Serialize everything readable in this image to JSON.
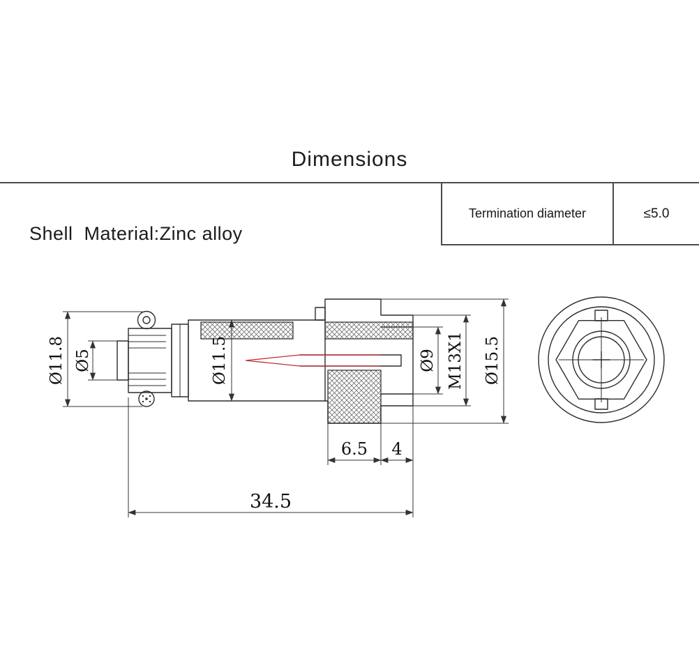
{
  "title": "Dimensions",
  "spec_row": {
    "label": "Termination diameter",
    "value": "≤5.0"
  },
  "material_note": "Shell  Material:Zinc alloy",
  "dims": {
    "rear_od": "Ø11.8",
    "cable_entry_od": "Ø5",
    "body_od": "Ø11.5",
    "bore_od": "Ø9",
    "thread_spec": "M13X1",
    "coupling_od": "Ø15.5",
    "coupling_len": "6.5",
    "front_len": "4",
    "overall_len": "34.5"
  }
}
